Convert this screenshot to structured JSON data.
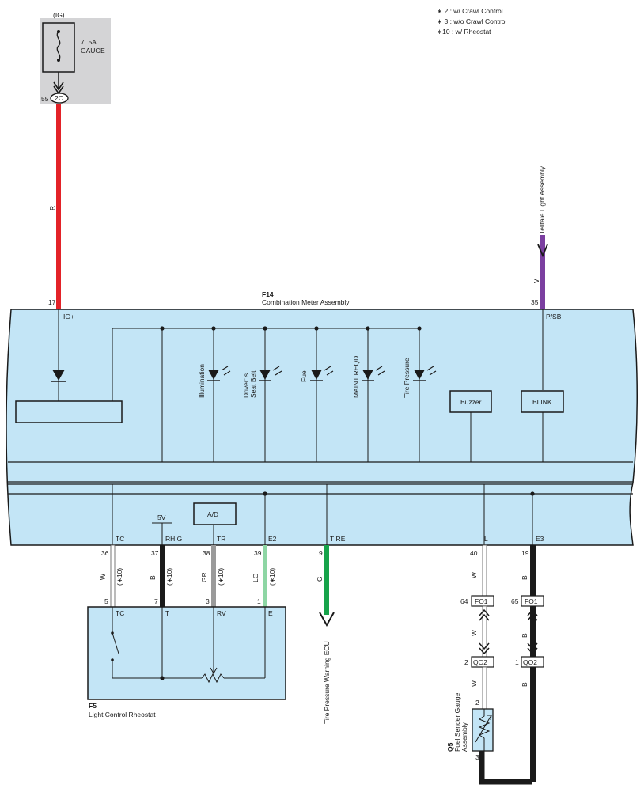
{
  "notes": [
    "∗ 2 : w/ Crawl Control",
    "∗ 3 : w/o Crawl Control",
    "∗10 : w/ Rheostat"
  ],
  "fuse": {
    "source": "(IG)",
    "rating": "7. 5A",
    "name": "GAUGE",
    "pin": "55",
    "connector": "2C"
  },
  "meter": {
    "code": "F14",
    "name": "Combination Meter Assembly"
  },
  "telltale": {
    "label": "Telltale Light Assembly",
    "wire": "V",
    "pin": "35",
    "terminal": "P/SB"
  },
  "ig_wire": {
    "color": "R",
    "pin": "17",
    "terminal": "IG+"
  },
  "leds": [
    "Illumination",
    "Driver’ s",
    "Seat Belt",
    "Fuel",
    "MAINT REQD",
    "Tire Pressure"
  ],
  "modules": {
    "buzzer": "Buzzer",
    "blink": "BLINK",
    "ad": "A/D",
    "v5": "5V"
  },
  "meter_terminals": [
    "TC",
    "RHIG",
    "TR",
    "E2",
    "TIRE",
    "L",
    "E3"
  ],
  "meter_pins": [
    "36",
    "37",
    "38",
    "39",
    "9",
    "40",
    "19"
  ],
  "wire_colors": [
    "W",
    "B",
    "GR",
    "LG",
    "G",
    "W",
    "B"
  ],
  "cond": "(∗10)",
  "rheostat": {
    "code": "F5",
    "name": "Light Control Rheostat",
    "pins": [
      "5",
      "7",
      "3",
      "1"
    ],
    "terminals": [
      "TC",
      "T",
      "RV",
      "E"
    ]
  },
  "tpw": "Tire Pressure Warning ECU",
  "fo1": {
    "name": "FO1",
    "pin_l": "64",
    "pin_e3": "65"
  },
  "qo2": {
    "name": "QO2",
    "pin_l": "2",
    "pin_e3": "1"
  },
  "mid_wires": [
    "W",
    "B",
    "W",
    "B"
  ],
  "sender": {
    "code": "Q5",
    "name": "Fuel Sender Gauge",
    "name2": "Assembly",
    "pin_top": "2",
    "pin_bottom": "3"
  }
}
